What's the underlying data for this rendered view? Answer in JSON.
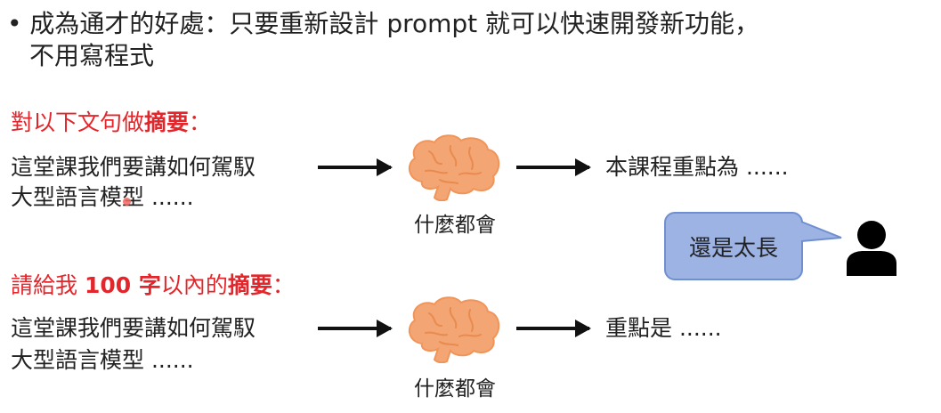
{
  "bullet": {
    "mark": "•",
    "line1": "成為通才的好處：只要重新設計 prompt 就可以快速開發新功能，",
    "line2": "不用寫程式"
  },
  "example1": {
    "instruction_prefix": "對以下文句做",
    "instruction_bold": "摘要",
    "instruction_suffix": "：",
    "input_line1": "這堂課我們要講如何駕馭",
    "input_line2": "大型語言模型 ......",
    "brain_label": "什麼都會",
    "output": "本課程重點為 ......"
  },
  "example2": {
    "instruction_prefix": "請給我 ",
    "instruction_num": "100 字",
    "instruction_mid": "以內的",
    "instruction_bold": "摘要",
    "instruction_suffix": "：",
    "input_line1": "這堂課我們要講如何駕馭",
    "input_line2": "大型語言模型 ......",
    "brain_label": "什麼都會",
    "output": "重點是 ......"
  },
  "bubble": {
    "text": "還是太長"
  },
  "colors": {
    "accent_red": "#e3262b",
    "bubble_fill": "#9db3e3",
    "brain": "#f4a574"
  },
  "icons": [
    "brain-icon",
    "arrow-icon",
    "user-icon",
    "speech-bubble"
  ]
}
